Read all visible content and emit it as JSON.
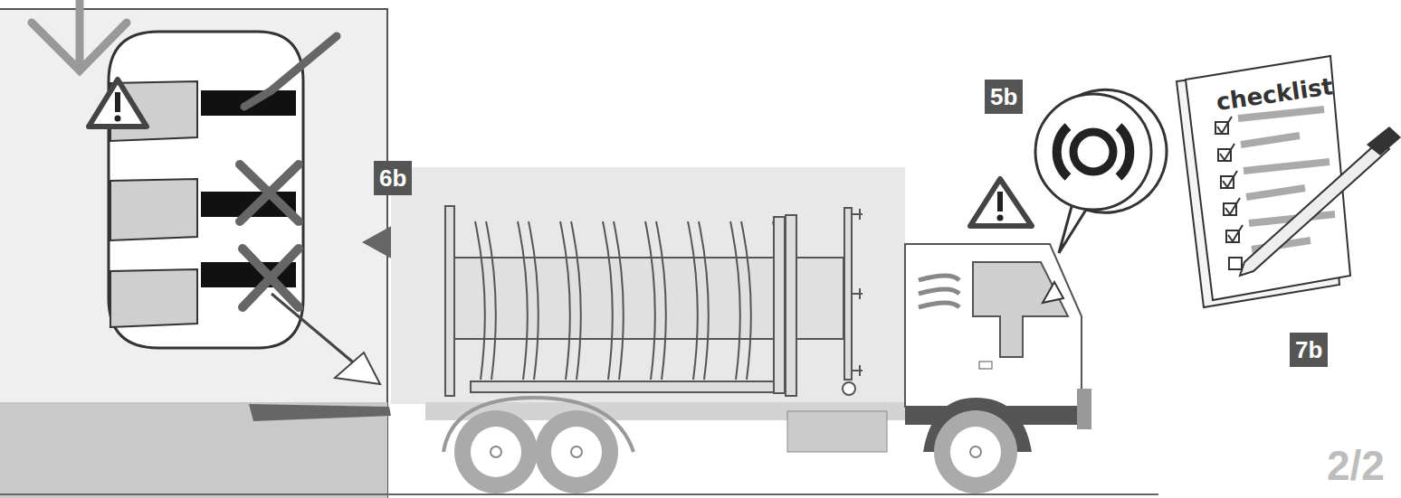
{
  "diagram": {
    "labels": [
      "6b",
      "5b",
      "checklist",
      "7b",
      "2/2"
    ]
  }
}
